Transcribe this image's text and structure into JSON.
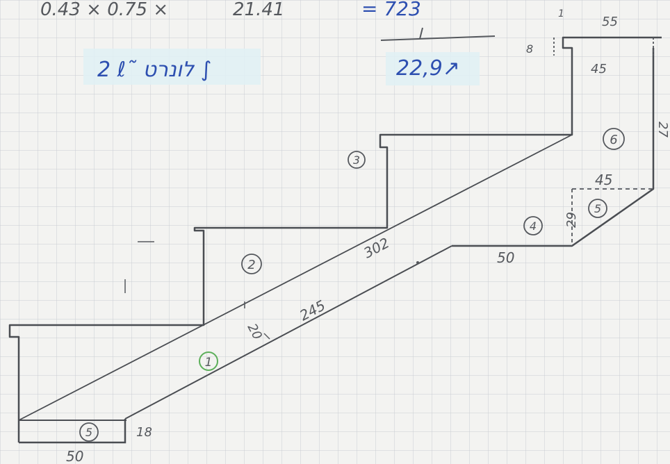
{
  "calculation": {
    "line1_left": "0.43 × 0.75 ×",
    "line1_mid": "21.41",
    "line1_result": "= 723",
    "hebrew_note": "2 ℓ˜ לונרט ∫",
    "sum_value": "22,9↗"
  },
  "dimensions": {
    "bottom_width": "50",
    "bottom_height": "18",
    "short_span": "245",
    "long_span": "302",
    "thickness": "20",
    "top_width_50": "50",
    "riser_29": "29",
    "landing_45": "45",
    "landing_45_upper": "45",
    "top_width_55": "55",
    "right_side": "27",
    "top_small": "8",
    "stair_tick": "1"
  },
  "part_numbers": {
    "p1": "1",
    "p2": "2",
    "p3": "3",
    "p4": "4",
    "p5": "5",
    "p6": "6",
    "p_bottom": "5"
  },
  "colors": {
    "paper": "#f3f3f1",
    "grid": "#c9ccd3",
    "pencil": "#55585d",
    "ink": "#2d4fb0",
    "highlight": "#dff0f4",
    "green_circle": "#5caf5a"
  }
}
